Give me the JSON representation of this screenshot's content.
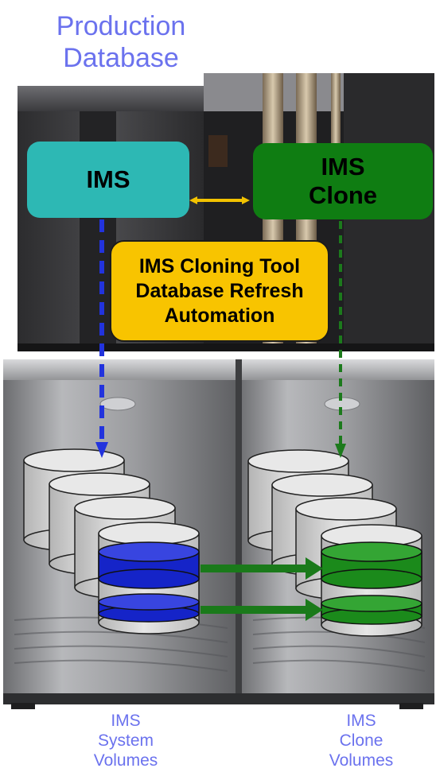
{
  "title": {
    "line1": "Production",
    "line2": "Database"
  },
  "ims_box": {
    "label": "IMS",
    "color": "#2db8b4"
  },
  "clone_box": {
    "line1": "IMS",
    "line2": "Clone",
    "color": "#0f7d12"
  },
  "tool_box": {
    "line1": "IMS Cloning Tool",
    "line2": "Database Refresh",
    "line3": "Automation",
    "color": "#f8c400"
  },
  "labels": {
    "system_volumes": {
      "line1": "IMS",
      "line2": "System",
      "line3": "Volumes"
    },
    "clone_volumes": {
      "line1": "IMS",
      "line2": "Clone",
      "line3": "Volumes"
    }
  },
  "colors": {
    "title_text": "#6b72ee",
    "double_arrow": "#f2c200",
    "system_dashed_line": "#2233dd",
    "clone_dashed_line": "#1c7a1c",
    "copy_arrows": "#1a7a1a",
    "system_data_disk": "#1524c8",
    "clone_data_disk": "#1b8a1b"
  }
}
